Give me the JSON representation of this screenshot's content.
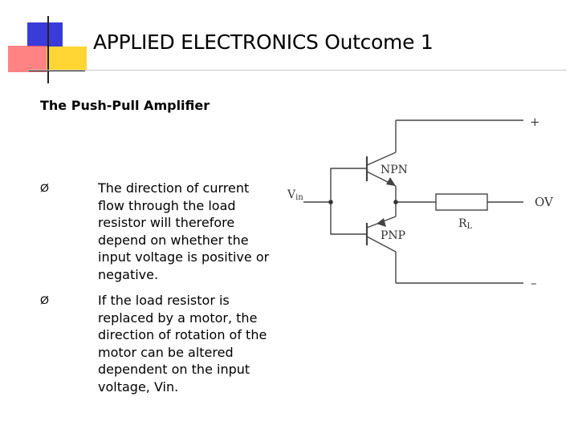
{
  "slide": {
    "title": "APPLIED ELECTRONICS Outcome 1",
    "subtitle": "The Push-Pull Amplifier",
    "bullets": [
      {
        "marker": "Ø",
        "text": "The direction of   current\nflow through the load\nresistor will therefore\ndepend on whether the\ninput voltage is positive or\nnegative."
      },
      {
        "marker": "Ø",
        "text": " If the load resistor is\nreplaced by a motor, the\ndirection of rotation of the\nmotor can be altered\ndependent on the input\nvoltage, Vin."
      }
    ]
  },
  "circuit": {
    "labels": {
      "plus": "+",
      "minus": "–",
      "vin_main": "V",
      "vin_sub": "in",
      "npn": "NPN",
      "pnp": "PNP",
      "rl_main": "R",
      "rl_sub": "L",
      "ov": "OV"
    }
  },
  "colors": {
    "logo_blue": "#3b3bd9",
    "logo_yellow": "#ffd633",
    "logo_red": "#ff5a5a",
    "title_rule": "#c9c9c9"
  }
}
